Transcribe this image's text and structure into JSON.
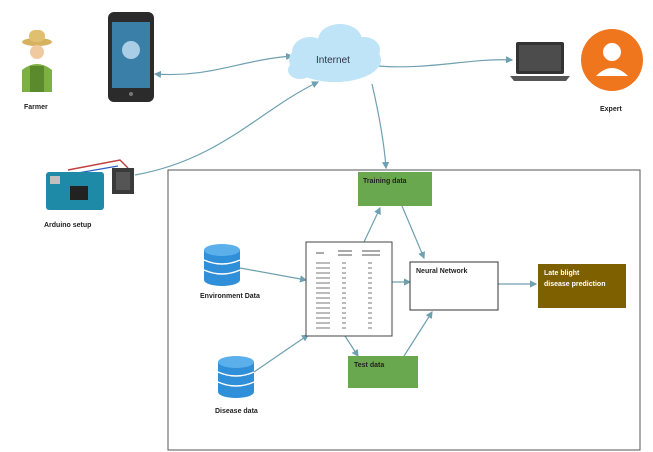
{
  "nodes": {
    "farmer": "Farmer",
    "expert": "Expert",
    "internet": "Internet",
    "arduino": "Arduino setup",
    "training": "Training data",
    "test": "Test data",
    "neural": "Neural Network",
    "output_line1": "Late blight",
    "output_line2": "disease prediction",
    "env_data": "Environment Data",
    "disease_data": "Disease data"
  },
  "colors": {
    "green_box": "#6aa84f",
    "output_box": "#7f6000",
    "db_blue": "#2f8fd8",
    "cloud_blue": "#bfe3f7",
    "arrow": "#6fa0b0",
    "expert_orange": "#f0761e"
  }
}
